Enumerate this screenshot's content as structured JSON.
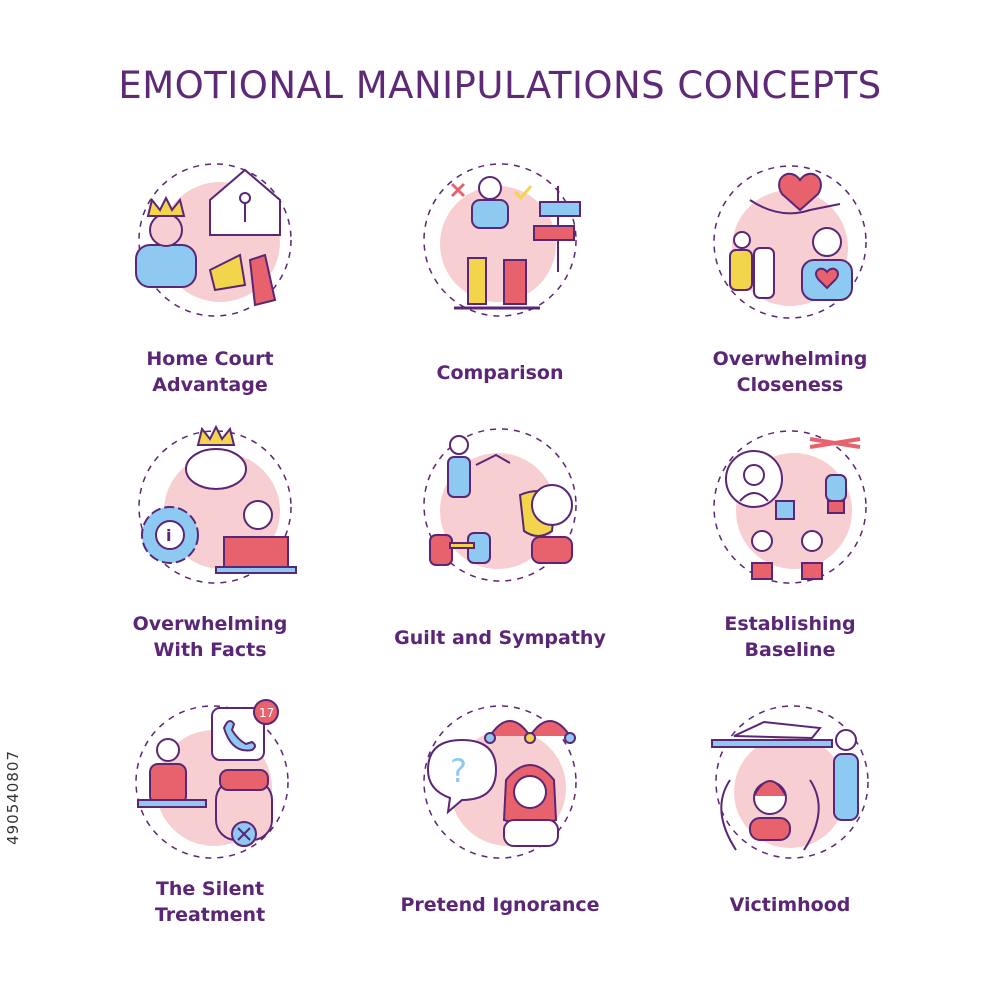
{
  "title": "EMOTIONAL MANIPULATIONS CONCEPTS",
  "side_id": "490540807",
  "colors": {
    "title": "#5e2a77",
    "pink": "#f7cfd2",
    "blue": "#8ec9f2",
    "yellow": "#f2d54b",
    "red": "#e8626d",
    "outline": "#5a2675"
  },
  "concepts": [
    {
      "label": "Home Court\nAdvantage",
      "icon": "home-court-icon"
    },
    {
      "label": "Comparison",
      "icon": "comparison-icon"
    },
    {
      "label": "Overwhelming\nCloseness",
      "icon": "closeness-icon"
    },
    {
      "label": "Overwhelming\nWith Facts",
      "icon": "facts-icon"
    },
    {
      "label": "Guilt and Sympathy",
      "icon": "guilt-icon"
    },
    {
      "label": "Establishing\nBaseline",
      "icon": "baseline-icon"
    },
    {
      "label": "The Silent\nTreatment",
      "icon": "silent-icon"
    },
    {
      "label": "Pretend Ignorance",
      "icon": "ignorance-icon"
    },
    {
      "label": "Victimhood",
      "icon": "victimhood-icon"
    }
  ],
  "badge_count": "17"
}
